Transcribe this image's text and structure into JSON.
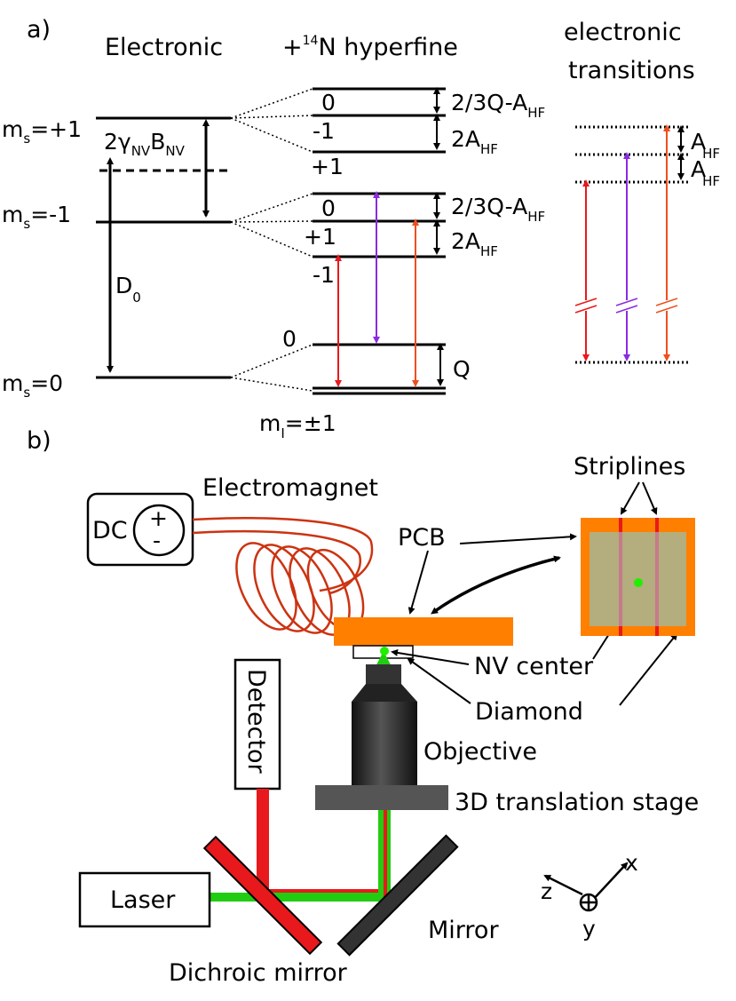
{
  "panel_a": {
    "label": "a)",
    "col_electronic": "Electronic",
    "col_hyperfine_prefix": "+",
    "col_hyperfine_sup": "14",
    "col_hyperfine_suffix": "N hyperfine",
    "col_transitions_1": "electronic",
    "col_transitions_2": "transitions",
    "ms_plus1": "m",
    "ms_plus1_sub": "s",
    "ms_plus1_val": "=+1",
    "ms_minus1_val": "=-1",
    "ms_zero_val": "=0",
    "zeeman_a": "2γ",
    "zeeman_sub1": "NV",
    "zeeman_b": "B",
    "zeeman_sub2": "NV",
    "zfs": "D",
    "zfs_sub": "0",
    "hf_upper_0": "0",
    "hf_upper_m1": "-1",
    "hf_upper_p1": "+1",
    "hf_mid_0": "0",
    "hf_mid_p1": "+1",
    "hf_mid_m1": "-1",
    "hf_low_0": "0",
    "split_quad": "2/3Q-A",
    "split_quad_sub": "HF",
    "split_2a": "2A",
    "split_2a_sub": "HF",
    "split_q": "Q",
    "mi_label": "m",
    "mi_sub": "I",
    "mi_val": "=±1",
    "trans_a": "A",
    "trans_a_sub": "HF"
  },
  "panel_b": {
    "label": "b)",
    "electromagnet": "Electromagnet",
    "dc": "DC",
    "plus": "+",
    "minus": "-",
    "pcb": "PCB",
    "striplines": "Striplines",
    "nv_center": "NV center",
    "diamond": "Diamond",
    "objective": "Objective",
    "stage": "3D translation stage",
    "detector": "Detector",
    "laser": "Laser",
    "mirror": "Mirror",
    "dichroic": "Dichroic mirror",
    "axis_x": "x",
    "axis_y": "y",
    "axis_z": "z"
  },
  "colors": {
    "red": "#e8191c",
    "purple": "#8a2be2",
    "orange_red": "#f04e1c",
    "pcb_orange": "#ff8000",
    "diamond_fill": "#b4ad7d",
    "laser_green": "#22cc11",
    "coil": "#cc3311",
    "nv_green": "#22ee00"
  }
}
